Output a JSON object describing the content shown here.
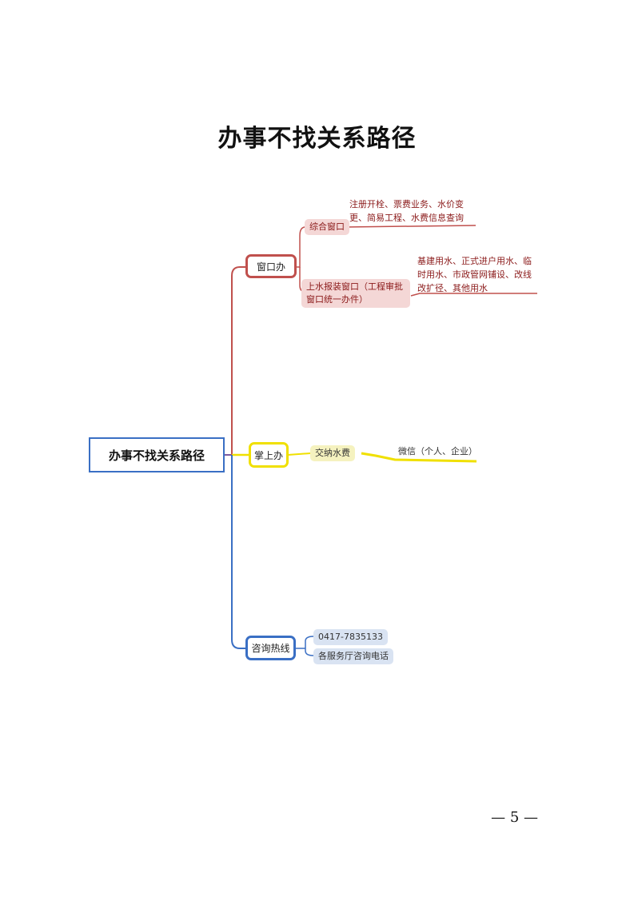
{
  "title": "办事不找关系路径",
  "root_label": "办事不找关系路径",
  "branches": {
    "window": {
      "label": "窗口办",
      "color": "#c0504d",
      "sub1": {
        "label": "综合窗口",
        "leaf": "注册开栓、票费业务、水价变更、简易工程、水费信息查询"
      },
      "sub2": {
        "label": "上水报装窗口（工程审批窗口统一办件）",
        "leaf": "基建用水、正式进户用水、临时用水、市政管网铺设、改线改扩径、其他用水"
      }
    },
    "mobile": {
      "label": "掌上办",
      "color": "#f0e000",
      "sub1": {
        "label": "交纳水费",
        "leaf": "微信（个人、企业）"
      }
    },
    "hotline": {
      "label": "咨询热线",
      "color": "#3a6fc4",
      "items": [
        "0417-7835133",
        "各服务厅咨询电话"
      ]
    }
  },
  "page_number": "— 5 —"
}
